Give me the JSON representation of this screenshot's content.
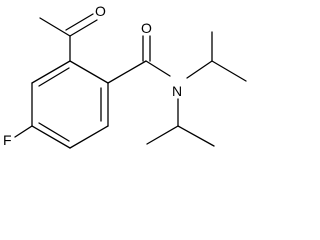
{
  "molecule": {
    "atoms": {
      "oxygen_acetyl": "O",
      "oxygen_amide": "O",
      "nitrogen": "N",
      "fluorine": "F"
    }
  }
}
